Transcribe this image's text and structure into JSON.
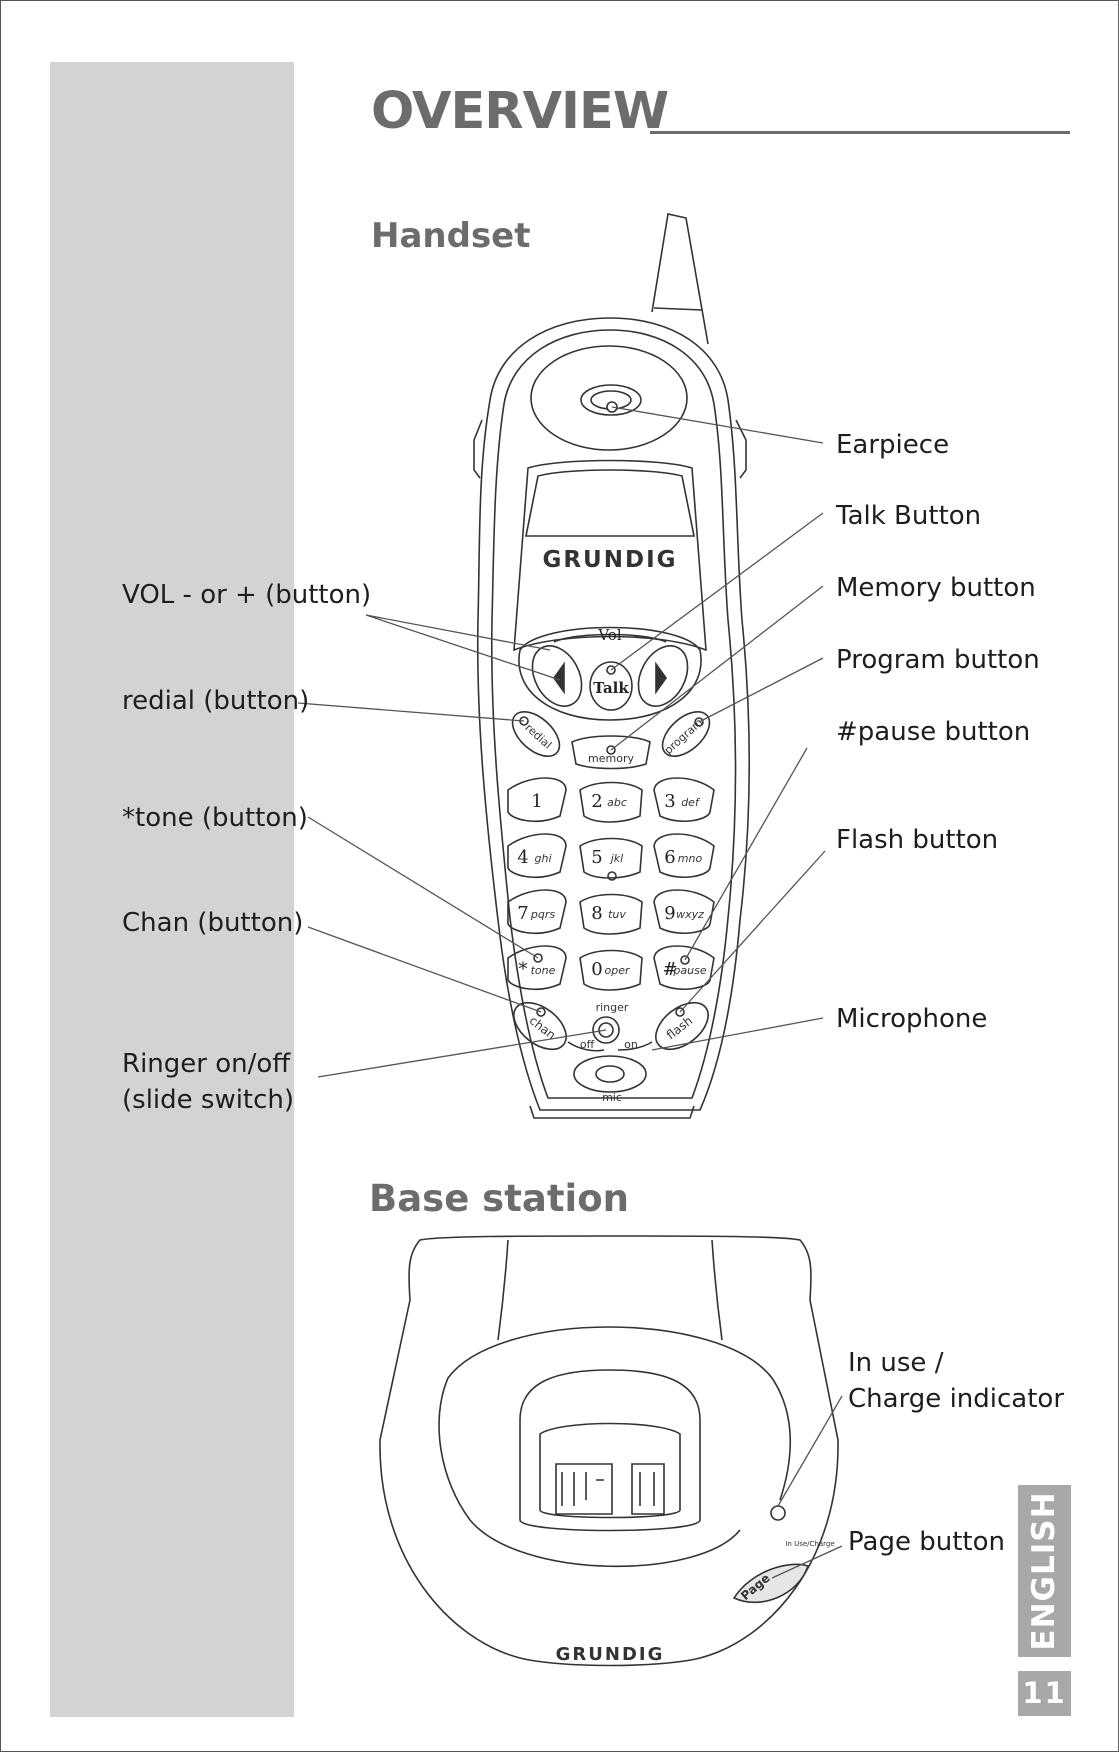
{
  "page": {
    "title": "OVERVIEW",
    "language_tab": "ENGLISH",
    "page_number": "11"
  },
  "handset": {
    "heading": "Handset",
    "brand": "GRUNDIG",
    "vol_label": "Vol",
    "talk_label": "Talk",
    "redial_label": "redial",
    "memory_label": "memory",
    "program_label": "program",
    "keys": [
      {
        "digit": "1",
        "letters": ""
      },
      {
        "digit": "2",
        "letters": "abc"
      },
      {
        "digit": "3",
        "letters": "def"
      },
      {
        "digit": "4",
        "letters": "ghi"
      },
      {
        "digit": "5",
        "letters": "jkl"
      },
      {
        "digit": "6",
        "letters": "mno"
      },
      {
        "digit": "7",
        "letters": "pqrs"
      },
      {
        "digit": "8",
        "letters": "tuv"
      },
      {
        "digit": "9",
        "letters": "wxyz"
      },
      {
        "digit": "*",
        "letters": "tone"
      },
      {
        "digit": "0",
        "letters": "oper"
      },
      {
        "digit": "#",
        "letters": "pause"
      }
    ],
    "chan_label": "chan",
    "flash_label": "flash",
    "ringer_label": "ringer",
    "off_label": "off",
    "on_label": "on",
    "mic_label": "mic",
    "callouts_left": {
      "vol": "VOL - or + (button)",
      "redial": "redial (button)",
      "tone": "*tone (button)",
      "chan": "Chan (button)",
      "ringer_line1": "Ringer on/off",
      "ringer_line2": "(slide switch)"
    },
    "callouts_right": {
      "earpiece": "Earpiece",
      "talk": "Talk Button",
      "memory": "Memory button",
      "program": "Program button",
      "pause": "#pause button",
      "flash": "Flash button",
      "microphone": "Microphone"
    }
  },
  "base": {
    "heading": "Base station",
    "brand": "GRUNDIG",
    "in_use_small": "In Use/Charge",
    "page_small": "Page",
    "callouts": {
      "in_use_line1": "In use /",
      "in_use_line2": "Charge indicator",
      "page": "Page button"
    }
  }
}
